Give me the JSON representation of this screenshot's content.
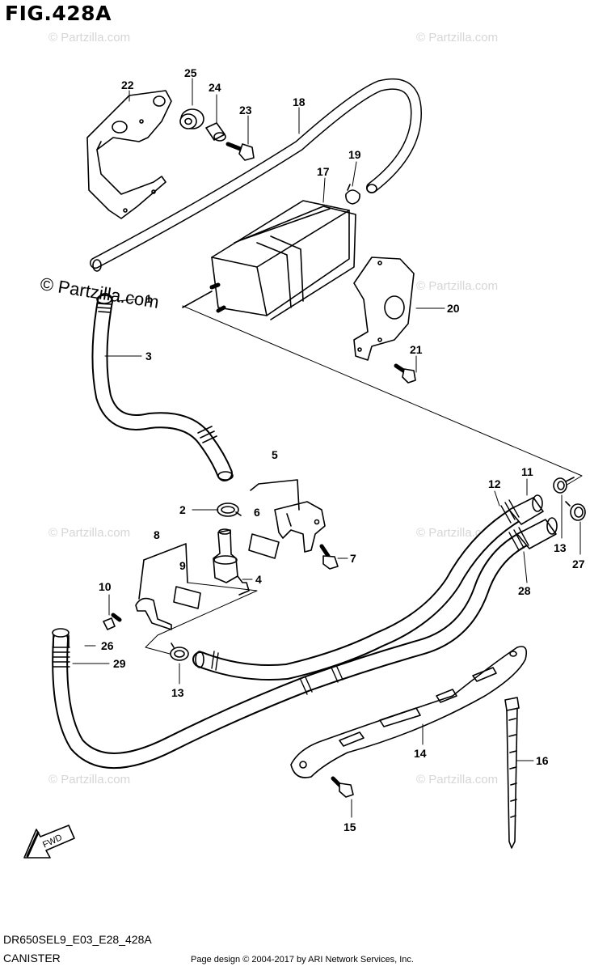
{
  "figure": {
    "title": "FIG.428A",
    "code": "DR650SEL9_E03_E28_428A",
    "name": "CANISTER"
  },
  "watermark": {
    "small": "© Partzilla.com",
    "large": "© Partzilla.com"
  },
  "credit": "Page design © 2004-2017 by ARI Network Services, Inc.",
  "fwd_label": "FWD",
  "parts": {
    "p1": "1",
    "p2": "2",
    "p3": "3",
    "p4": "4",
    "p5": "5",
    "p6": "6",
    "p7": "7",
    "p8": "8",
    "p9": "9",
    "p10": "10",
    "p11": "11",
    "p12": "12",
    "p13a": "13",
    "p13b": "13",
    "p14": "14",
    "p15": "15",
    "p16": "16",
    "p17": "17",
    "p18": "18",
    "p19": "19",
    "p20": "20",
    "p21": "21",
    "p22": "22",
    "p23": "23",
    "p24": "24",
    "p25": "25",
    "p26": "26",
    "p27": "27",
    "p28": "28",
    "p29": "29"
  }
}
